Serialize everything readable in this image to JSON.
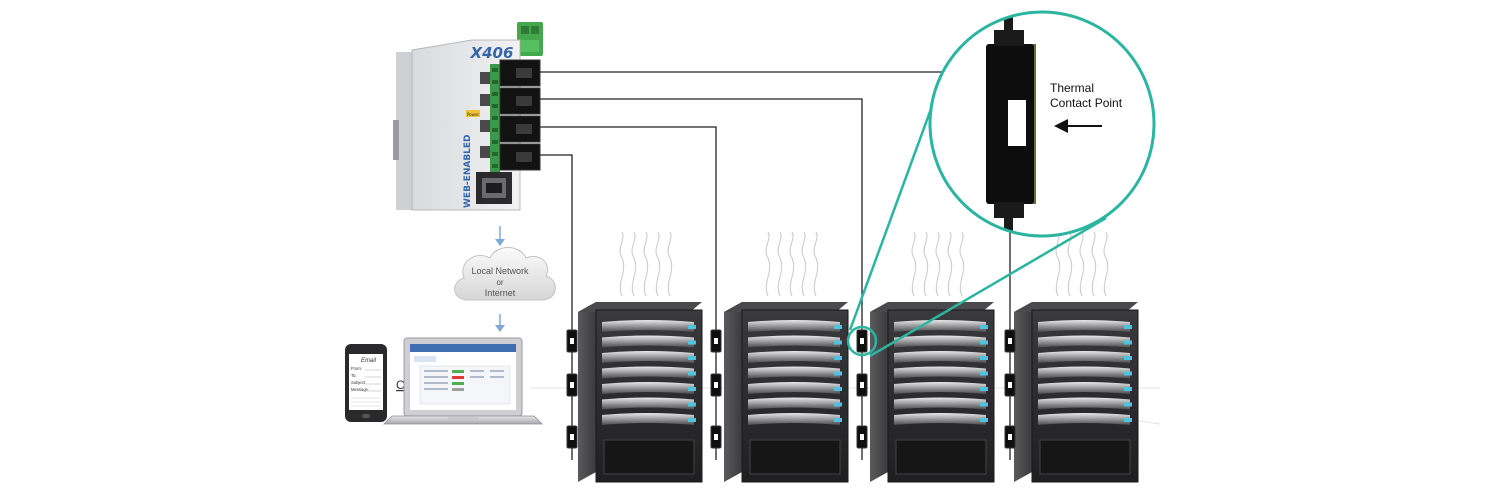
{
  "device": {
    "model_label": "X406",
    "side_label": "WEB-ENABLED",
    "badge_label": "Power",
    "port_count": 4
  },
  "network": {
    "line1": "Local Network",
    "line2": "or",
    "line3": "Internet"
  },
  "clients": {
    "or_label": "Or",
    "phone_title": "Email",
    "phone_fields": [
      "From:",
      "To:",
      "Subject:",
      "Message:"
    ]
  },
  "callout": {
    "line1": "Thermal",
    "line2": "Contact Point"
  },
  "servers": {
    "count": 4,
    "drives_per_rack": 7,
    "sensors_per_rack": 3
  },
  "colors": {
    "wire": "#222222",
    "callout_ring": "#2bb5a0",
    "arrow": "#7fa8d8",
    "drive_led": "#4ec3e0",
    "rack_dark": "#2f2f31",
    "device_green": "#3a9a45"
  }
}
